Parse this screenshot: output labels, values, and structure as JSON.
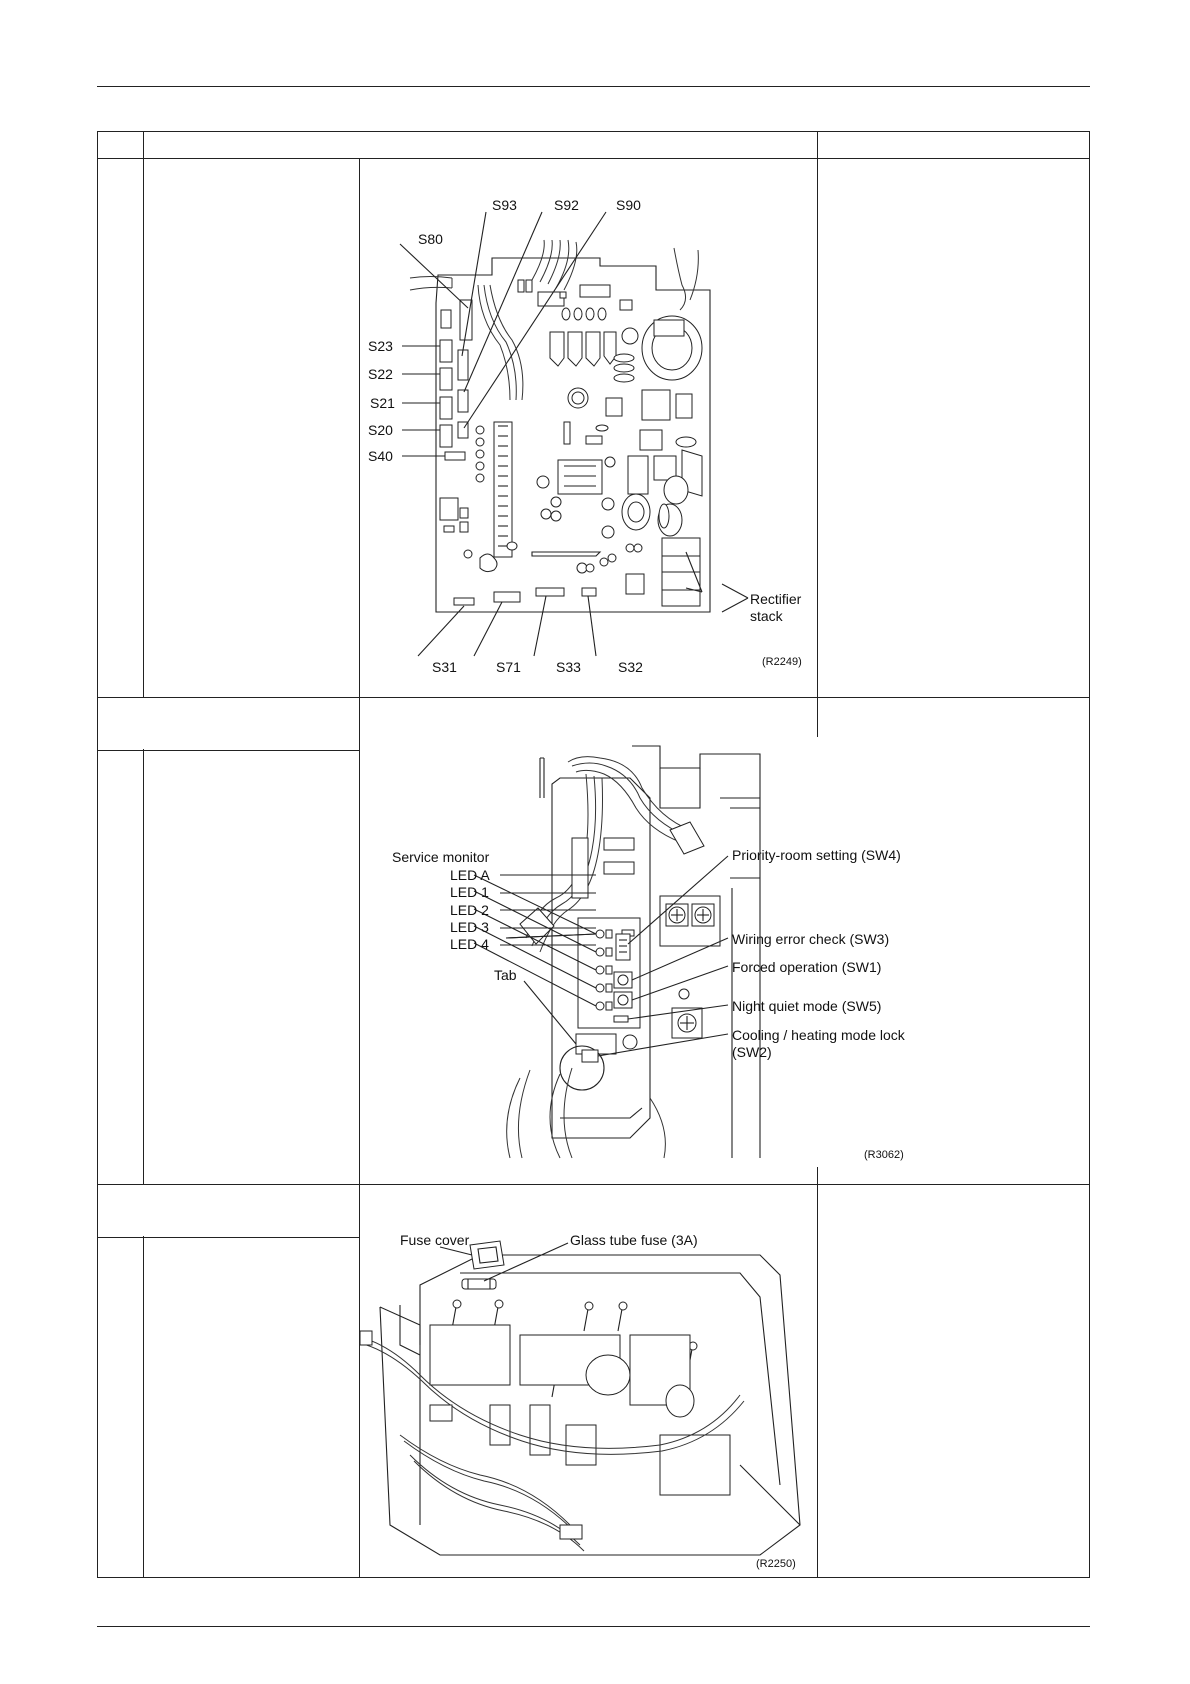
{
  "figure_1": {
    "labels": [
      "S93",
      "S92",
      "S90",
      "S80",
      "S23",
      "S22",
      "S21",
      "S20",
      "S40",
      "S31",
      "S71",
      "S33",
      "S32"
    ],
    "rectifier_line1": "Rectifier",
    "rectifier_line2": "stack",
    "code": "(R2249)"
  },
  "figure_2": {
    "service_monitor": "Service monitor",
    "leds": [
      "LED A",
      "LED 1",
      "LED 2",
      "LED 3",
      "LED 4"
    ],
    "tab": "Tab",
    "sw4": "Priority-room setting (SW4)",
    "sw3": "Wiring error check (SW3)",
    "sw1": "Forced operation (SW1)",
    "sw5": "Night quiet mode (SW5)",
    "sw2_line1": "Cooling / heating mode lock",
    "sw2_line2": "(SW2)",
    "code": "(R3062)"
  },
  "figure_3": {
    "fuse_cover": "Fuse cover",
    "glass_fuse": "Glass tube fuse (3A)",
    "code": "(R2250)"
  }
}
